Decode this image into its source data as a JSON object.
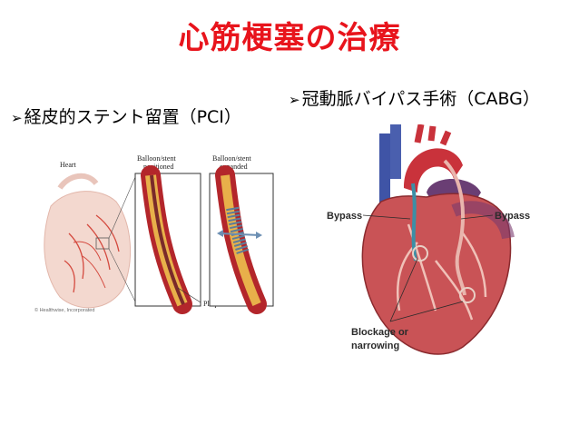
{
  "slide": {
    "title": "心筋梗塞の治療",
    "title_color": "#e8141c"
  },
  "pci": {
    "bullet_icon": "arrow-bullet-icon",
    "text": "経皮的ステント留置（PCI）",
    "figure": {
      "label_heart": "Heart",
      "label_positioned_line1": "Balloon/stent",
      "label_positioned_line2": "positioned",
      "label_expanded_line1": "Balloon/stent",
      "label_expanded_line2": "expanded",
      "label_plaque": "Plaque",
      "credit": "© Healthwise, Incorporated"
    }
  },
  "cabg": {
    "bullet_icon": "arrow-bullet-icon",
    "text": "冠動脈バイパス手術（CABG）",
    "figure": {
      "label_bypass_left": "Bypass",
      "label_bypass_right": "Bypass",
      "label_blockage_line1": "Blockage or",
      "label_blockage_line2": "narrowing"
    }
  }
}
